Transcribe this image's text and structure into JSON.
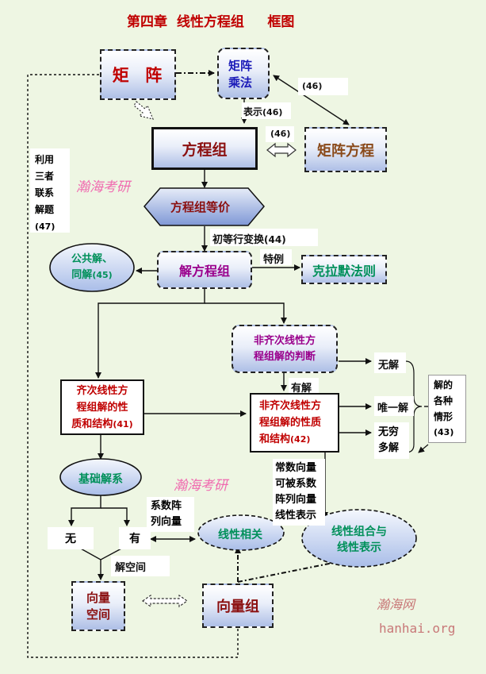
{
  "title": "第四章  线性方程组     框图",
  "watermark1": "瀚海考研",
  "watermark2": "瀚海考研",
  "watermark_site_cn": "瀚海网",
  "watermark_site_en": "hanhai.org",
  "nodes": {
    "matrix": "矩  阵",
    "matrix_mult_1": "矩阵",
    "matrix_mult_2": "乘法",
    "equation_system": "方程组",
    "matrix_equation": "矩阵方程",
    "equivalence": "方程组等价",
    "solve": "解方程组",
    "cramer": "克拉默法则",
    "common_solution_1": "公共解、",
    "common_solution_2": "同解",
    "common_solution_ref": "(45)",
    "nonhom_judge_1": "非齐次线性方",
    "nonhom_judge_2": "程组解的判断",
    "homogeneous_1": "齐次线性方",
    "homogeneous_2": "程组解的性",
    "homogeneous_3": "质和结构",
    "homogeneous_ref": "(41)",
    "nonhom_prop_1": "非齐次线性方",
    "nonhom_prop_2": "程组解的性质",
    "nonhom_prop_3": "和结构",
    "nonhom_prop_ref": "(42)",
    "basic_solution": "基础解系",
    "none": "无",
    "have": "有",
    "vector_space_1": "向量",
    "vector_space_2": "空间",
    "vector_group": "向量组",
    "linear_dependence": "线性相关",
    "linear_comb_1": "线性组合与",
    "linear_comb_2": "线性表示"
  },
  "labels": {
    "ref46_a": "(46)",
    "represent": "表示",
    "ref46_b": "(46)",
    "ref46_c": "(46)",
    "use_three_1": "利用",
    "use_three_2": "三者",
    "use_three_3": "联系",
    "use_three_4": "解题",
    "use_three_5": "(47)",
    "elementary_ops": "初等行变换",
    "elementary_ref": "(44)",
    "special_case": "特例",
    "no_solution": "无解",
    "has_solution": "有解",
    "unique_solution": "唯一解",
    "infinite_1": "无穷",
    "infinite_2": "多解",
    "cases_1": "解的",
    "cases_2": "各种",
    "cases_3": "情形",
    "cases_ref": "(43)",
    "coef_col_1": "系数阵",
    "coef_col_2": "列向量",
    "const_vec_1": "常数向量",
    "const_vec_2": "可被系数",
    "const_vec_3": "阵列向量",
    "const_vec_4": "线性表示",
    "solution_space": "解空间"
  },
  "colors": {
    "title": "#c00000",
    "dark_red": "#8b1010",
    "red": "#c00000",
    "blue": "#1a1ab8",
    "brown": "#8a4a1a",
    "green": "#00905a",
    "purple": "#9a008c",
    "pink_watermark": "#f06bb0",
    "site_watermark": "#c87878"
  }
}
